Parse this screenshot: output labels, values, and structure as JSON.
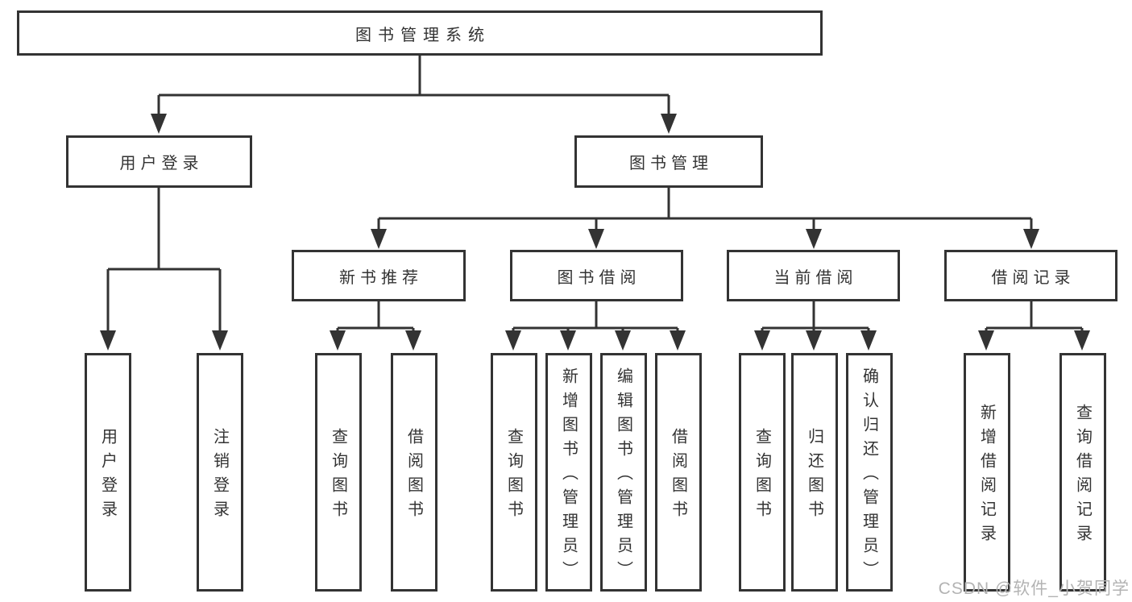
{
  "diagram": {
    "root": {
      "label": "图书管理系统"
    },
    "branches": [
      {
        "label": "用户登录",
        "children": [
          "用户登录",
          "注销登录"
        ]
      },
      {
        "label": "图书管理",
        "groups": [
          {
            "label": "新书推荐",
            "children": [
              "查询图书",
              "借阅图书"
            ]
          },
          {
            "label": "图书借阅",
            "children": [
              "查询图书",
              "新增图书（管理员）",
              "编辑图书（管理员）",
              "借阅图书"
            ]
          },
          {
            "label": "当前借阅",
            "children": [
              "查询图书",
              "归还图书",
              "确认归还（管理员）"
            ]
          },
          {
            "label": "借阅记录",
            "children": [
              "新增借阅记录",
              "查询借阅记录"
            ]
          }
        ]
      }
    ]
  },
  "colors": {
    "line": "#333333",
    "text": "#333333",
    "box_background": "#ffffff",
    "watermark": "#b3b3b3"
  },
  "watermark": {
    "text": "CSDN @软件_小贺同学"
  }
}
